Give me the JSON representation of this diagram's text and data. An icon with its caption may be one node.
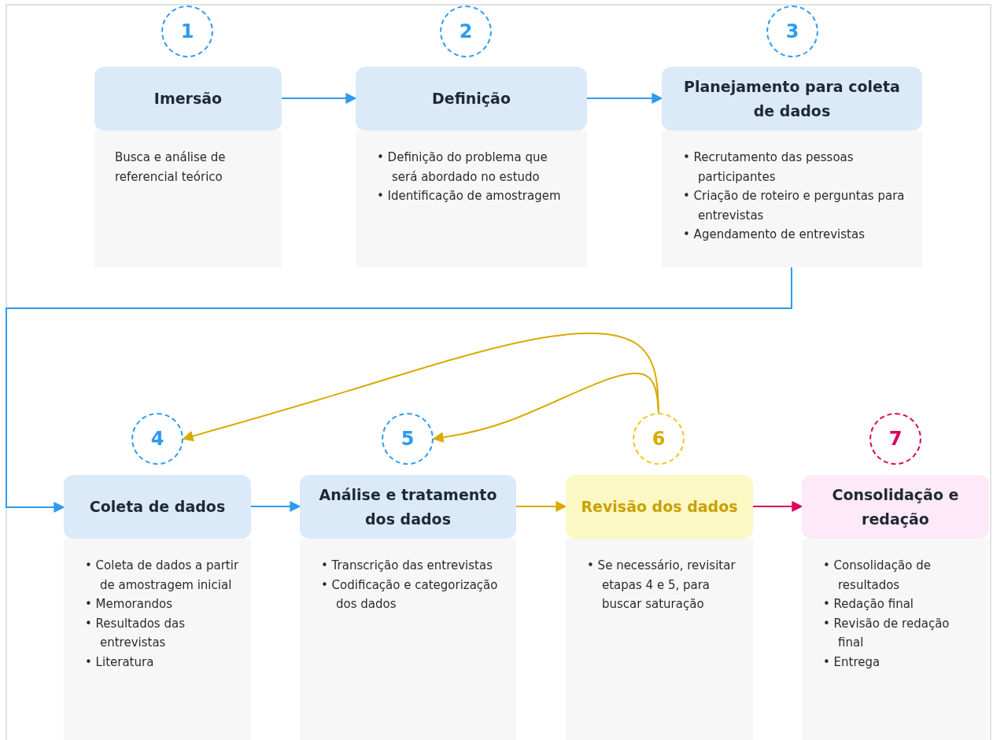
{
  "diagram": {
    "nodes": [
      {
        "text": [
          "1"
        ]
      },
      {
        "text": [
          "2"
        ]
      },
      {
        "text": [
          "3"
        ]
      },
      {
        "text": [
          "Imersão",
          "Busca e análise de referencial teórico"
        ]
      },
      {
        "text": [
          "Definição",
          "• Definição do problema que será abordado no estudo",
          "• Identificação de amostragem"
        ]
      },
      {
        "text": [
          "Planejamento para coleta de dados",
          "• Recrutamento das pessoas participantes",
          "• Criação de roteiro e perguntas para entrevistas",
          "• Agendamento de entrevistas"
        ]
      },
      {
        "text": [
          "4"
        ]
      },
      {
        "text": [
          "5"
        ]
      },
      {
        "text": [
          "6"
        ]
      },
      {
        "text": [
          "7"
        ]
      },
      {
        "text": [
          "Coleta de dados",
          "• Coleta de dados a partir de amostragem inicial",
          "• Memorandos",
          "• Resultados das entrevistas",
          "• Literatura"
        ]
      },
      {
        "text": [
          "Análise e tratamento dos dados",
          "• Transcrição das entrevistas",
          "• Codificação e categorização dos dados"
        ]
      },
      {
        "text": [
          "Revisão dos dados",
          "• Se necessário, revisitar etapas 4 e 5, para buscar saturação"
        ]
      },
      {
        "text": [
          "Consolidação e redação",
          "• Consolidação de resultados",
          "• Redação final",
          "• Revisão de redação final",
          "• Entrega"
        ]
      }
    ],
    "edges": [
      {
        "from": 3,
        "to": 4,
        "arrow": "to"
      },
      {
        "from": 4,
        "to": 5,
        "arrow": "to"
      },
      {
        "from": 5,
        "to": 10,
        "arrow": "to"
      },
      {
        "from": 10,
        "to": 11,
        "arrow": "to"
      },
      {
        "from": 11,
        "to": 12,
        "arrow": "to",
        "color": "#d9aa00"
      },
      {
        "from": 12,
        "to": 13,
        "arrow": "to",
        "color": "#e0005f"
      },
      {
        "from": 8,
        "to": 6,
        "arrow": "to",
        "color": "#d9aa00"
      },
      {
        "from": 8,
        "to": 7,
        "arrow": "to",
        "color": "#d9aa00"
      }
    ]
  }
}
